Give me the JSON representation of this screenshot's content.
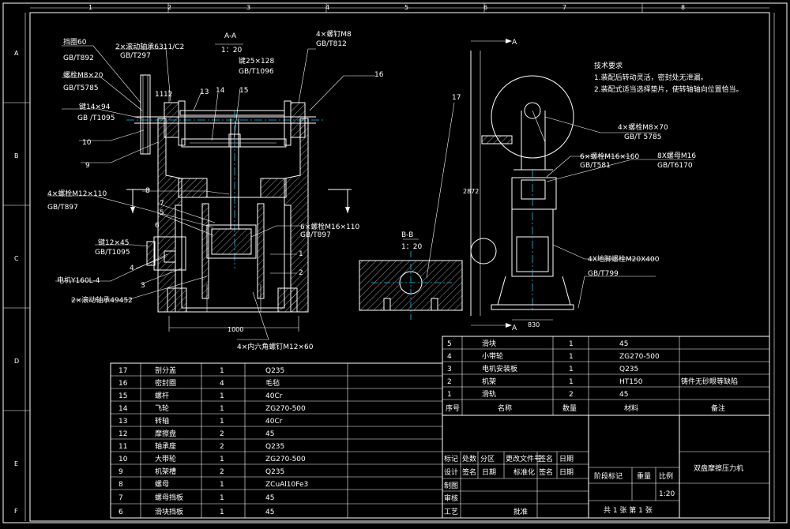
{
  "drawing": {
    "title": "双盘摩擦压力机",
    "scale": "1:20",
    "sheet_info": "共 1 张 第 1 张",
    "material_note": "铸件无砂眼等缺陷"
  },
  "technical_requirements": {
    "title": "技术要求",
    "items": [
      "1.装配后转动灵活，密封处无泄漏。",
      "2.装配式适当选择垫片，使转轴轴向位置恰当。"
    ]
  },
  "views": {
    "section_aa": {
      "name": "A-A",
      "scale": "1：20"
    },
    "section_bb": {
      "name": "B-B",
      "scale": "1：20"
    },
    "arrow_a": "A"
  },
  "callouts": [
    {
      "id": "c1",
      "text": "挡圈60"
    },
    {
      "id": "c2",
      "text": "GB/T892"
    },
    {
      "id": "c3",
      "text": "2×滚动轴承6311/C2"
    },
    {
      "id": "c4",
      "text": "GB/T297"
    },
    {
      "id": "c5",
      "text": "螺栓M8×20"
    },
    {
      "id": "c6",
      "text": "GB/T5785"
    },
    {
      "id": "c7",
      "text": "键14×94"
    },
    {
      "id": "c8",
      "text": "GB /T1095"
    },
    {
      "id": "c9",
      "text": "10"
    },
    {
      "id": "c10",
      "text": "9"
    },
    {
      "id": "c11",
      "text": "12"
    },
    {
      "id": "c12",
      "text": "11"
    },
    {
      "id": "c13",
      "text": "13"
    },
    {
      "id": "c14",
      "text": "14"
    },
    {
      "id": "c15",
      "text": "15"
    },
    {
      "id": "c16",
      "text": "键25×128"
    },
    {
      "id": "c17",
      "text": "GB/T1096"
    },
    {
      "id": "c18",
      "text": "4×螺钉M8"
    },
    {
      "id": "c19",
      "text": "GB/T812"
    },
    {
      "id": "c20",
      "text": "16"
    },
    {
      "id": "c21",
      "text": "4×螺栓M12×110"
    },
    {
      "id": "c22",
      "text": "GB/T897"
    },
    {
      "id": "c23",
      "text": "8"
    },
    {
      "id": "c24",
      "text": "7"
    },
    {
      "id": "c25",
      "text": "5"
    },
    {
      "id": "c26",
      "text": "6"
    },
    {
      "id": "c27",
      "text": "6×螺栓M16×110"
    },
    {
      "id": "c28",
      "text": "GB/T897"
    },
    {
      "id": "c29",
      "text": "键12×45"
    },
    {
      "id": "c30",
      "text": "GB/T1095"
    },
    {
      "id": "c31",
      "text": "4"
    },
    {
      "id": "c32",
      "text": "3"
    },
    {
      "id": "c33",
      "text": "1"
    },
    {
      "id": "c34",
      "text": "2"
    },
    {
      "id": "c35",
      "text": "电机Y160L-4"
    },
    {
      "id": "c36",
      "text": "2×滚动轴承49452"
    },
    {
      "id": "c37",
      "text": "4×内六角螺钉M12×60"
    },
    {
      "id": "c38",
      "text": "1000"
    },
    {
      "id": "c39",
      "text": "17"
    },
    {
      "id": "c40",
      "text": "4×螺栓M8×70"
    },
    {
      "id": "c41",
      "text": "GB/T 5785"
    },
    {
      "id": "c42",
      "text": "6×螺栓M16×160"
    },
    {
      "id": "c43",
      "text": "GB/T581"
    },
    {
      "id": "c44",
      "text": "8X螺母M16"
    },
    {
      "id": "c45",
      "text": "GB/T6170"
    },
    {
      "id": "c46",
      "text": "4X地脚螺栓M20X400"
    },
    {
      "id": "c47",
      "text": "GB/T799"
    },
    {
      "id": "c48",
      "text": "2872"
    },
    {
      "id": "c49",
      "text": "830"
    }
  ],
  "bom_left": [
    {
      "no": "17",
      "name": "剖分盖",
      "qty": "1",
      "material": "Q235"
    },
    {
      "no": "16",
      "name": "密封圈",
      "qty": "4",
      "material": "毛毡"
    },
    {
      "no": "15",
      "name": "螺杆",
      "qty": "1",
      "material": "40Cr"
    },
    {
      "no": "14",
      "name": "飞轮",
      "qty": "1",
      "material": "ZG270-500"
    },
    {
      "no": "13",
      "name": "转轴",
      "qty": "1",
      "material": "40Cr"
    },
    {
      "no": "12",
      "name": "摩擦盘",
      "qty": "2",
      "material": "45"
    },
    {
      "no": "11",
      "name": "轴承座",
      "qty": "2",
      "material": "Q235"
    },
    {
      "no": "10",
      "name": "大带轮",
      "qty": "1",
      "material": "ZG270-500"
    },
    {
      "no": "9",
      "name": "机架槽",
      "qty": "2",
      "material": "Q235"
    },
    {
      "no": "8",
      "name": "螺母",
      "qty": "1",
      "material": "ZCuAl10Fe3"
    },
    {
      "no": "7",
      "name": "螺母挡板",
      "qty": "1",
      "material": "45"
    },
    {
      "no": "6",
      "name": "滑块挡板",
      "qty": "1",
      "material": "45"
    }
  ],
  "bom_right": [
    {
      "no": "5",
      "name": "滑块",
      "qty": "1",
      "material": "45",
      "note": ""
    },
    {
      "no": "4",
      "name": "小带轮",
      "qty": "1",
      "material": "ZG270-500",
      "note": ""
    },
    {
      "no": "3",
      "name": "电机安装板",
      "qty": "1",
      "material": "Q235",
      "note": ""
    },
    {
      "no": "2",
      "name": "机架",
      "qty": "1",
      "material": "HT150",
      "note": "铸件无砂眼等缺陷"
    },
    {
      "no": "1",
      "name": "滑轨",
      "qty": "2",
      "material": "45",
      "note": ""
    }
  ],
  "bom_header": {
    "no": "序号",
    "name": "名称",
    "qty": "数量",
    "material": "材料",
    "note": "备注"
  },
  "title_block": {
    "r1": [
      "标记",
      "处数",
      "分区",
      "更改文件号",
      "签名",
      "日期"
    ],
    "r2": [
      "设计",
      "签名",
      "日期",
      "标准化",
      "签名",
      "日期"
    ],
    "r3": "制图",
    "r4": "审核",
    "r5": [
      "工艺",
      "批准"
    ],
    "stage": [
      "阶段标记",
      "重量",
      "比例"
    ]
  },
  "grid_numbers": [
    "1",
    "2",
    "3",
    "4",
    "5",
    "6",
    "7",
    "8"
  ],
  "grid_letters": [
    "A",
    "B",
    "C",
    "D",
    "E",
    "F"
  ]
}
